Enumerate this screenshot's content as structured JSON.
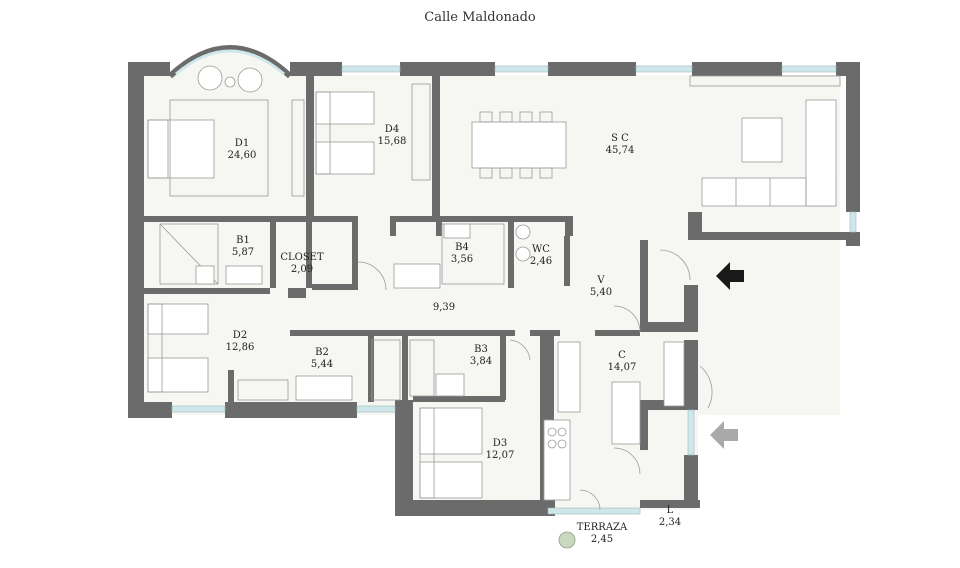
{
  "street_name": "Calle Maldonado",
  "rooms": [
    {
      "id": "d1",
      "name": "D1",
      "area": "24,60"
    },
    {
      "id": "d4",
      "name": "D4",
      "area": "15,68"
    },
    {
      "id": "sc",
      "name": "S C",
      "area": "45,74"
    },
    {
      "id": "b1",
      "name": "B1",
      "area": "5,87"
    },
    {
      "id": "closet",
      "name": "CLOSET",
      "area": "2,09"
    },
    {
      "id": "b4",
      "name": "B4",
      "area": "3,56"
    },
    {
      "id": "wc",
      "name": "WC",
      "area": "2,46"
    },
    {
      "id": "v",
      "name": "V",
      "area": "5,40"
    },
    {
      "id": "hall",
      "name": "",
      "area": "9,39"
    },
    {
      "id": "d2",
      "name": "D2",
      "area": "12,86"
    },
    {
      "id": "b2",
      "name": "B2",
      "area": "5,44"
    },
    {
      "id": "b3",
      "name": "B3",
      "area": "3,84"
    },
    {
      "id": "c",
      "name": "C",
      "area": "14,07"
    },
    {
      "id": "d3",
      "name": "D3",
      "area": "12,07"
    },
    {
      "id": "terraza",
      "name": "TERRAZA",
      "area": "2,45"
    },
    {
      "id": "l",
      "name": "L",
      "area": "2,34"
    }
  ],
  "colors": {
    "wall": "#6b6b6b",
    "window": "#cfe7ea",
    "furniture": "#9a9a9a",
    "floor": "#f6f6f2",
    "arrow_main": "#1a1a1a",
    "arrow_service": "#a9a9a9"
  }
}
